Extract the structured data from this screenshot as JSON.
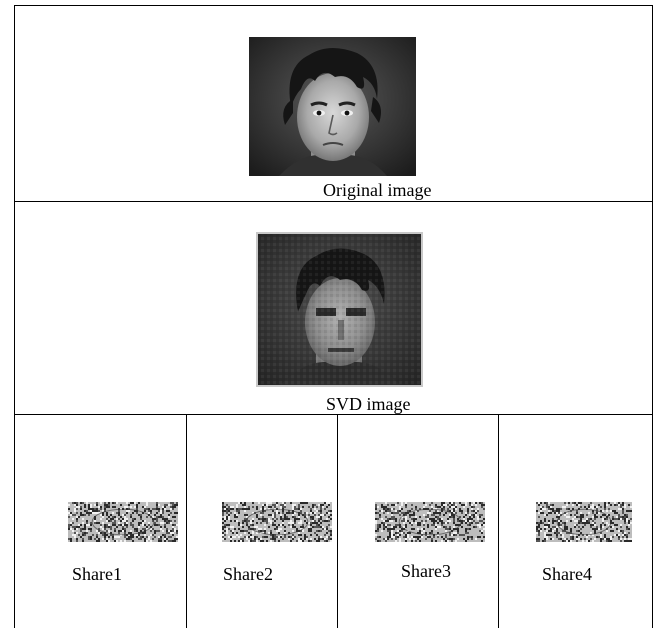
{
  "captions": {
    "original": "Original image",
    "svd": "SVD image",
    "shares": [
      "Share1",
      "Share2",
      "Share3",
      "Share4"
    ]
  },
  "images": {
    "original": "portrait-of-young-man-grayscale",
    "svd": "svd-compressed-portrait",
    "shares": [
      "share1-noise-pattern",
      "share2-noise-pattern",
      "share3-noise-pattern",
      "share4-noise-pattern"
    ]
  }
}
